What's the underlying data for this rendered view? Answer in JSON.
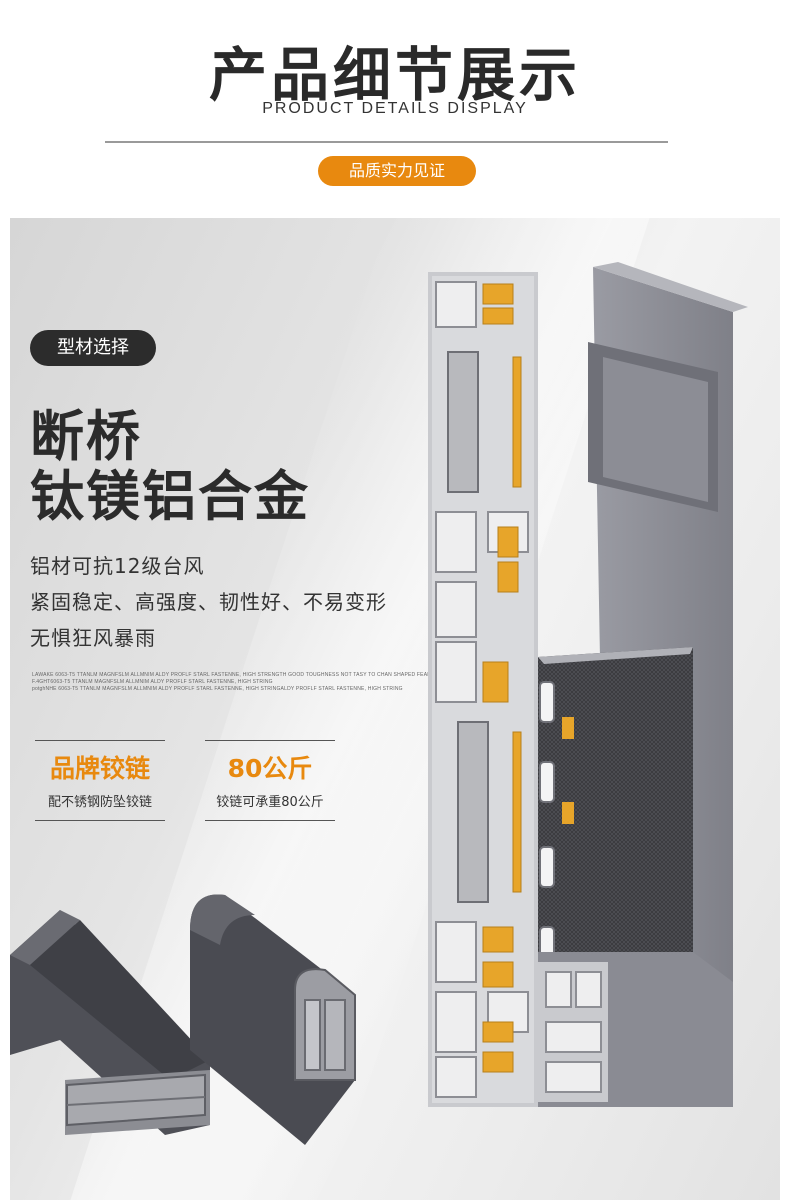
{
  "header": {
    "title": "产品细节展示",
    "subtitle": "PRODUCT DETAILS DISPLAY",
    "badge": "品质实力见证"
  },
  "section": {
    "tag": "型材选择",
    "headline_1": "断桥",
    "headline_2": "钛镁铝合金",
    "features": [
      "铝材可抗12级台风",
      "紧固稳定、高强度、韧性好、不易变形",
      "无惧狂风暴雨"
    ],
    "fine_print": [
      "LAWAKE 6063-T5 TTANLM MAGNFSLM ALLMNIM ALDY PROFLF STARL FASTENNE, HIGH STRENGTH GOOD TOUGHNESS NOT TASY TO CHAN SHAPED FEARESS STORMS",
      "F.4GHT6063-T5 TTANLM MAGNFSLM ALLMNIM ALDY PROFLF STARL FASTENNE, HIGH STRING",
      "potghNHE 6063-T5 TTANLM MAGNFSLM ALLMNIM ALDY PROFLF STARL FASTENNE, HIGH STRINGALDY PROFLF STARL FASTENNE, HIGH STRING"
    ]
  },
  "specs": [
    {
      "title": "品牌铰链",
      "desc": "配不锈钢防坠铰链"
    },
    {
      "title": "80公斤",
      "desc": "铰链可承重80公斤"
    }
  ],
  "colors": {
    "accent": "#e8890f",
    "dark": "#2c2c2c",
    "profile_gray": "#8a8b93",
    "thermal_break": "#e7a52a"
  }
}
